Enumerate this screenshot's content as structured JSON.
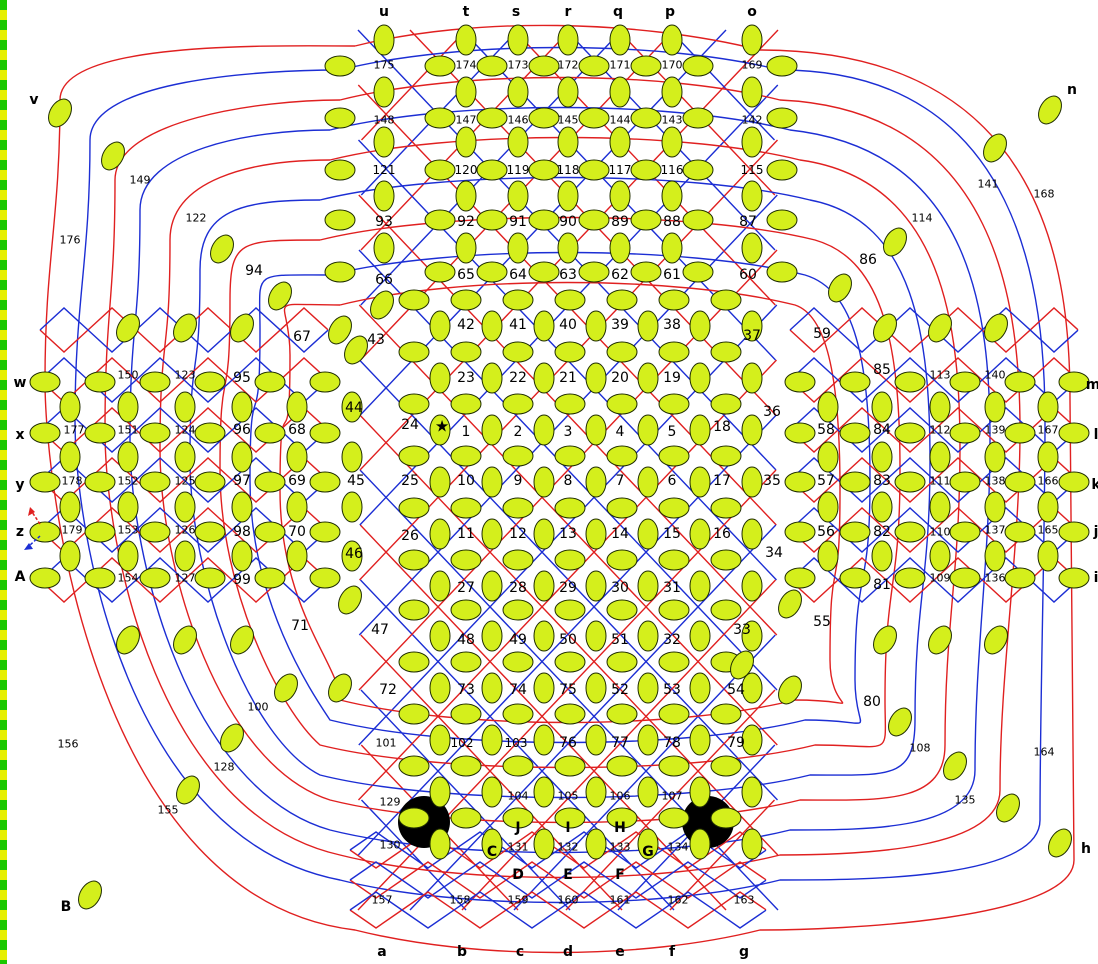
{
  "colors": {
    "node_fill": "#d4ef1c",
    "red_strand": "#e02020",
    "blue_strand": "#1c2ed4",
    "hole": "#000000",
    "border_green": "#1ac800",
    "border_yellow": "#e6ef00"
  },
  "edge_labels": {
    "top": [
      "u",
      "t",
      "s",
      "r",
      "q",
      "p",
      "o"
    ],
    "right": [
      "n",
      "m",
      "l",
      "k",
      "j",
      "i",
      "h"
    ],
    "bottom": [
      "a",
      "b",
      "c",
      "d",
      "e",
      "f",
      "g"
    ],
    "left": [
      "v",
      "w",
      "x",
      "y",
      "z",
      "A",
      "B"
    ]
  },
  "inner_letters": [
    "J",
    "I",
    "H",
    "C",
    "G",
    "D",
    "E",
    "F"
  ],
  "marker": "★",
  "region_numbers": [
    "175",
    "174",
    "173",
    "172",
    "171",
    "170",
    "169",
    "148",
    "147",
    "146",
    "145",
    "144",
    "143",
    "142",
    "121",
    "120",
    "119",
    "118",
    "117",
    "116",
    "115",
    "93",
    "92",
    "91",
    "90",
    "89",
    "88",
    "87",
    "66",
    "65",
    "64",
    "63",
    "62",
    "61",
    "60",
    "42",
    "41",
    "40",
    "39",
    "38",
    "23",
    "22",
    "21",
    "20",
    "19",
    "1",
    "2",
    "3",
    "4",
    "5",
    "18",
    "10",
    "9",
    "8",
    "7",
    "6",
    "17",
    "11",
    "12",
    "13",
    "14",
    "15",
    "16",
    "27",
    "28",
    "29",
    "30",
    "31",
    "48",
    "49",
    "50",
    "51",
    "32",
    "73",
    "74",
    "75",
    "52",
    "53",
    "54",
    "102",
    "103",
    "76",
    "77",
    "78",
    "79",
    "104",
    "105",
    "106",
    "107",
    "131",
    "132",
    "133",
    "134",
    "157",
    "158",
    "159",
    "160",
    "161",
    "162",
    "163",
    "129",
    "130",
    "101",
    "72",
    "47",
    "46",
    "26",
    "25",
    "45",
    "44",
    "24",
    "43",
    "67",
    "94",
    "122",
    "149",
    "176",
    "150",
    "123",
    "95",
    "68",
    "96",
    "124",
    "151",
    "177",
    "178",
    "152",
    "125",
    "97",
    "69",
    "179",
    "153",
    "126",
    "98",
    "70",
    "154",
    "127",
    "99",
    "71",
    "100",
    "128",
    "155",
    "156",
    "59",
    "37",
    "36",
    "58",
    "57",
    "56",
    "55",
    "33",
    "34",
    "35",
    "86",
    "85",
    "84",
    "83",
    "82",
    "81",
    "80",
    "114",
    "113",
    "112",
    "111",
    "110",
    "109",
    "108",
    "141",
    "140",
    "139",
    "138",
    "137",
    "136",
    "135",
    "168",
    "167",
    "166",
    "165",
    "164"
  ]
}
